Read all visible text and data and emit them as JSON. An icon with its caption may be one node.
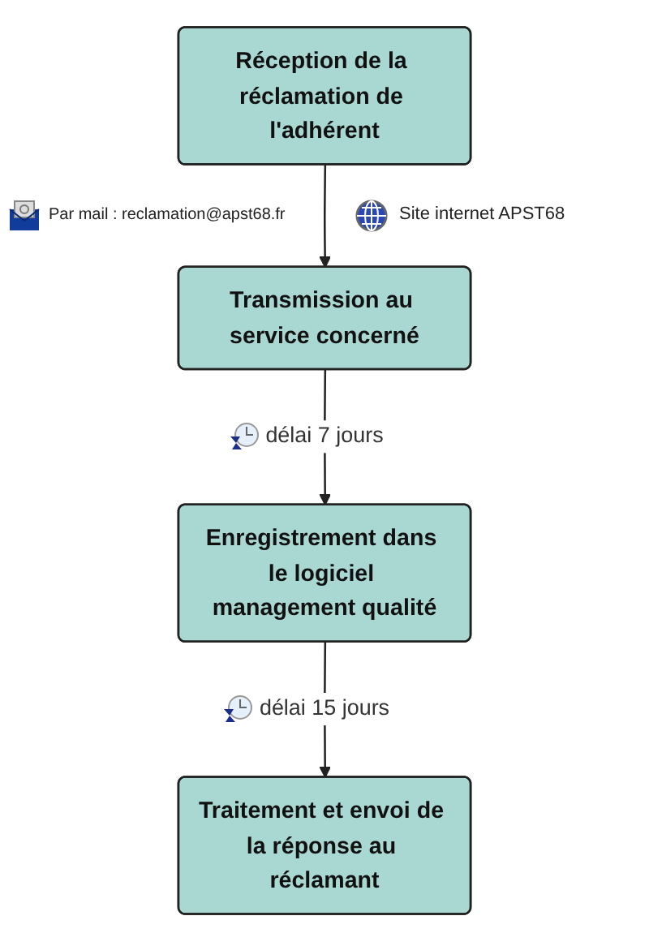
{
  "diagram": {
    "nodes": [
      {
        "text": [
          "Réception de la réclamation de l'adhérent"
        ]
      },
      {
        "text": [
          "Transmission au service concerné"
        ]
      },
      {
        "text": [
          "Enregistrement dans le logiciel management qualité"
        ]
      },
      {
        "text": [
          "Traitement et envoi de la réponse au réclamant"
        ]
      }
    ],
    "edges": [
      {
        "from": 0,
        "to": 1,
        "arrow": "to"
      },
      {
        "from": 1,
        "to": 2,
        "arrow": "to",
        "label": "délai 7 jours"
      },
      {
        "from": 2,
        "to": 3,
        "arrow": "to",
        "label": "délai 15 jours"
      }
    ],
    "labels": [
      "Par mail : reclamation@apst68.fr",
      "Site internet APST68"
    ]
  }
}
